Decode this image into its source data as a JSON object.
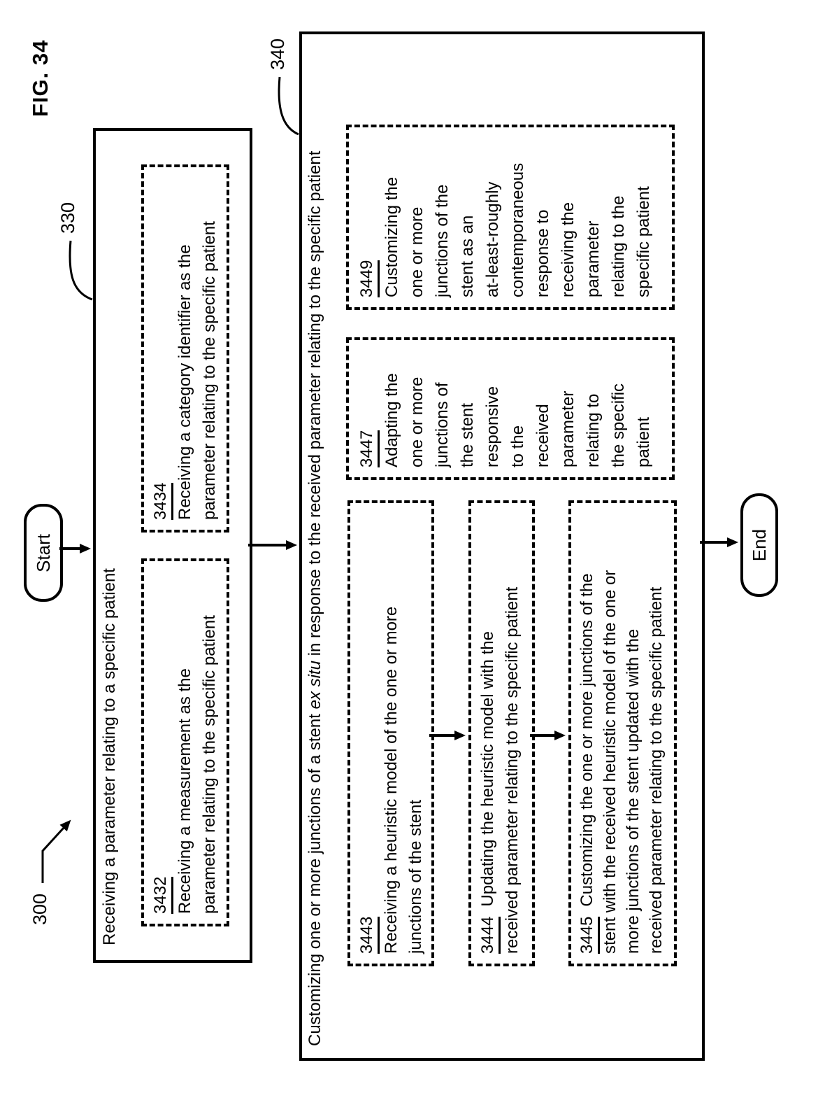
{
  "figure": {
    "title": "FIG. 34"
  },
  "refs": {
    "overall": "300",
    "receive": "330",
    "customize": "340"
  },
  "terminals": {
    "start": "Start",
    "end": "End"
  },
  "box330": {
    "title": "Receiving a parameter relating to a specific patient",
    "s3432": {
      "ref": "3432",
      "lines": [
        "Receiving a measurement as the",
        "parameter relating to the specific patient"
      ]
    },
    "s3434": {
      "ref": "3434",
      "lines": [
        "Receiving a category identifier as the",
        "parameter relating to the specific patient"
      ]
    }
  },
  "box340": {
    "title_pre": "Customizing one or more junctions of a stent ",
    "title_italic": "ex situ",
    "title_post": " in response to the received parameter relating to the specific patient",
    "s3443": {
      "ref": "3443",
      "lines": [
        "Receiving a heuristic model of the one or more",
        "junctions of the stent"
      ]
    },
    "s3444": {
      "ref": "3444",
      "first": "Updating the heuristic model with the",
      "rest": [
        "received parameter relating to the specific patient"
      ]
    },
    "s3445": {
      "ref": "3445",
      "first": "Customizing the one or more junctions of the",
      "rest": [
        "stent with the received heuristic model of the one or",
        "more junctions of the stent updated with the",
        "received parameter relating to the specific patient"
      ]
    },
    "s3447": {
      "ref": "3447",
      "lines": [
        "Adapting the",
        "one or more",
        "junctions of",
        "the stent",
        "responsive",
        "to the",
        "received",
        "parameter",
        "relating to",
        "the specific",
        "patient"
      ]
    },
    "s3449": {
      "ref": "3449",
      "lines": [
        "Customizing the",
        "one or more",
        "junctions of the",
        "stent as an",
        "at-least-roughly",
        "contemporaneous",
        "response to",
        "receiving the",
        "parameter",
        "relating to the",
        "specific patient"
      ]
    }
  }
}
